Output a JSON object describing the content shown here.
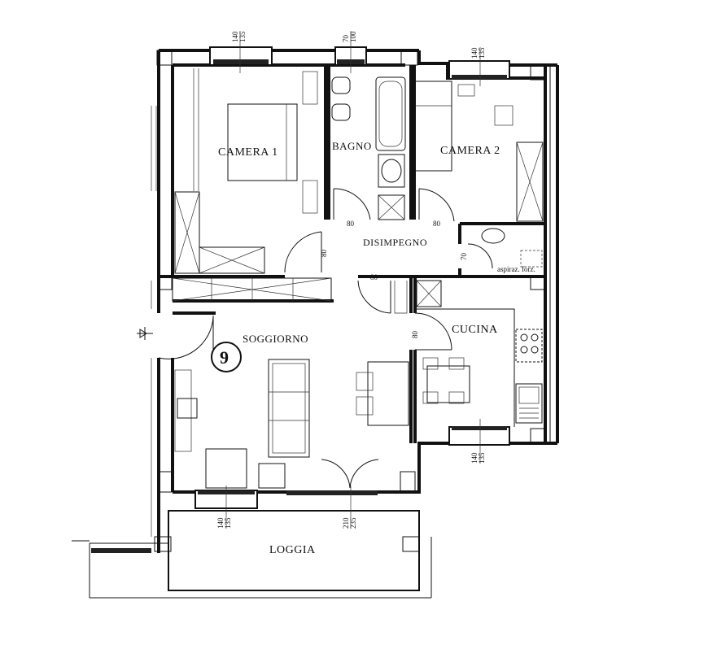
{
  "rooms": {
    "camera1": "CAMERA 1",
    "bagno": "BAGNO",
    "camera2": "CAMERA 2",
    "disimpegno": "DISIMPEGNO",
    "soggiorno": "SOGGIORNO",
    "cucina": "CUCINA",
    "loggia": "LOGGIA"
  },
  "unit_number": "9",
  "note_aspiraz": "aspiraz. forz.",
  "doors": {
    "bagno_door": "80",
    "camera2_door": "80",
    "camera1_door": "80",
    "disimpegno_bottom": "80",
    "closet_door": "70",
    "cucina_door": "80"
  },
  "windows": {
    "camera1": [
      "140",
      "135"
    ],
    "bagno": [
      "70",
      "100"
    ],
    "camera2": [
      "140",
      "135"
    ],
    "cucina": [
      "140",
      "135"
    ],
    "soggiorno_left": [
      "140",
      "135"
    ],
    "soggiorno_door": [
      "210",
      "235"
    ]
  }
}
